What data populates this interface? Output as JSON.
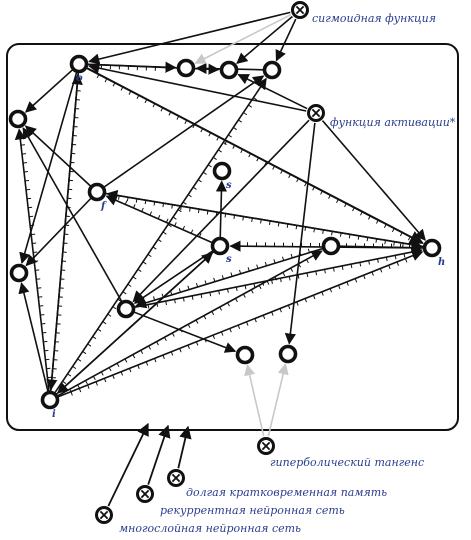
{
  "colors": {
    "line": "#111111",
    "external": "#c8c8c8",
    "label": "#2a3d8f",
    "node_fill": "#ffffff"
  },
  "labels": {
    "sigmoid": "сигмоидная функция",
    "activation": "функция активации*",
    "tanh": "гиперболический тангенс",
    "lstm": "долгая кратковременная память",
    "rnn": "рекуррентная нейронная сеть",
    "mlp": "многослойная нейронная сеть"
  },
  "nodes": [
    {
      "id": "o",
      "label": "o"
    },
    {
      "id": "f",
      "label": "f"
    },
    {
      "id": "s",
      "label": "s"
    },
    {
      "id": "s2",
      "label": "s"
    },
    {
      "id": "h",
      "label": "h"
    },
    {
      "id": "i",
      "label": "i"
    },
    {
      "id": "t1",
      "label": ""
    },
    {
      "id": "t2",
      "label": ""
    },
    {
      "id": "t3",
      "label": ""
    },
    {
      "id": "l1",
      "label": ""
    },
    {
      "id": "l2",
      "label": ""
    },
    {
      "id": "m",
      "label": ""
    },
    {
      "id": "r",
      "label": ""
    },
    {
      "id": "b1",
      "label": ""
    },
    {
      "id": "b2",
      "label": ""
    }
  ],
  "external_nodes": [
    {
      "id": "sig",
      "icon": "circle-cross-icon"
    },
    {
      "id": "act",
      "icon": "circle-cross-icon"
    },
    {
      "id": "tanh",
      "icon": "circle-cross-icon"
    },
    {
      "id": "lstm",
      "icon": "circle-cross-icon"
    },
    {
      "id": "rnn",
      "icon": "circle-cross-icon"
    },
    {
      "id": "mlp",
      "icon": "circle-cross-icon"
    }
  ]
}
